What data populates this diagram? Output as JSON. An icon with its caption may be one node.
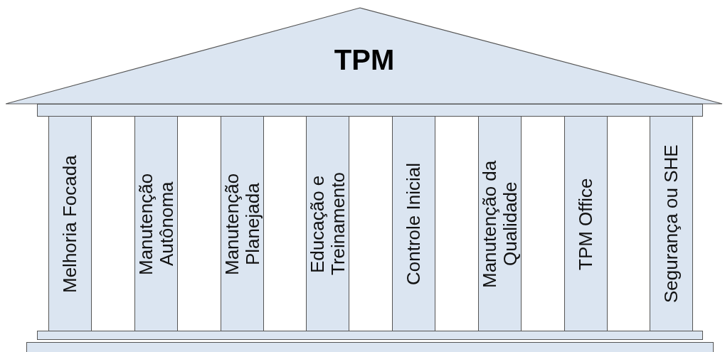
{
  "diagram": {
    "nodes": [
      {
        "text": [
          "TPM"
        ]
      },
      {
        "text": [],
        "shape": "bar"
      },
      {
        "text": [
          "Melhoria Focada"
        ]
      },
      {
        "text": [
          "Manutenção Autônoma"
        ]
      },
      {
        "text": [
          "Manutenção Planejada"
        ]
      },
      {
        "text": [
          "Educação e Treinamento"
        ]
      },
      {
        "text": [
          "Controle Inicial"
        ]
      },
      {
        "text": [
          "Manutenção da Qualidade"
        ]
      },
      {
        "text": [
          "TPM Office"
        ]
      },
      {
        "text": [
          "Segurança ou SHE"
        ]
      },
      {
        "text": [],
        "shape": "bar"
      },
      {
        "text": [],
        "shape": "bar"
      }
    ]
  }
}
